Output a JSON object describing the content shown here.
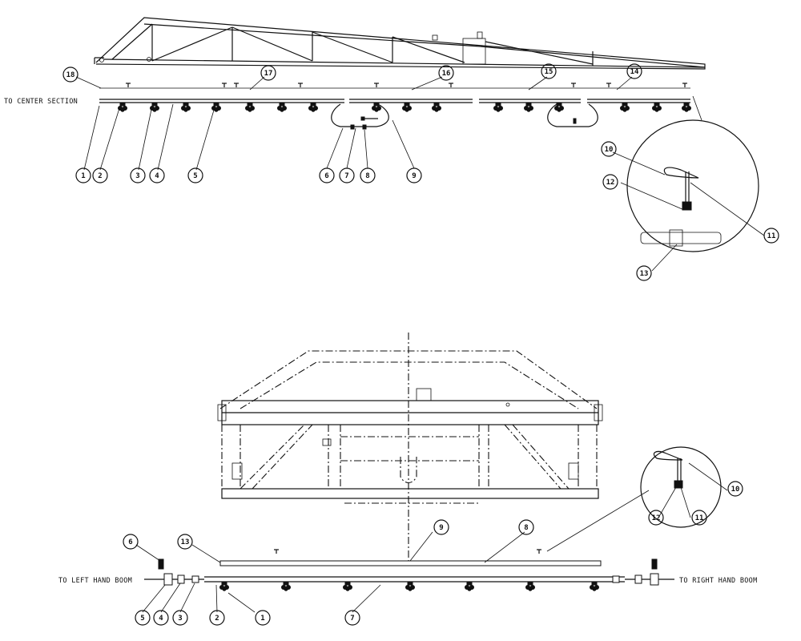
{
  "labels": {
    "to_center_section": "TO CENTER SECTION",
    "to_left_hand_boom": "TO LEFT HAND BOOM",
    "to_right_hand_boom": "TO RIGHT HAND BOOM"
  },
  "upper_callouts": [
    "18",
    "1",
    "2",
    "3",
    "4",
    "5",
    "17",
    "16",
    "6",
    "7",
    "8",
    "9",
    "15",
    "14",
    "10",
    "12",
    "11",
    "13"
  ],
  "lower_callouts": [
    "6",
    "13",
    "5",
    "4",
    "3",
    "2",
    "1",
    "7",
    "9",
    "8",
    "10",
    "12",
    "11"
  ]
}
